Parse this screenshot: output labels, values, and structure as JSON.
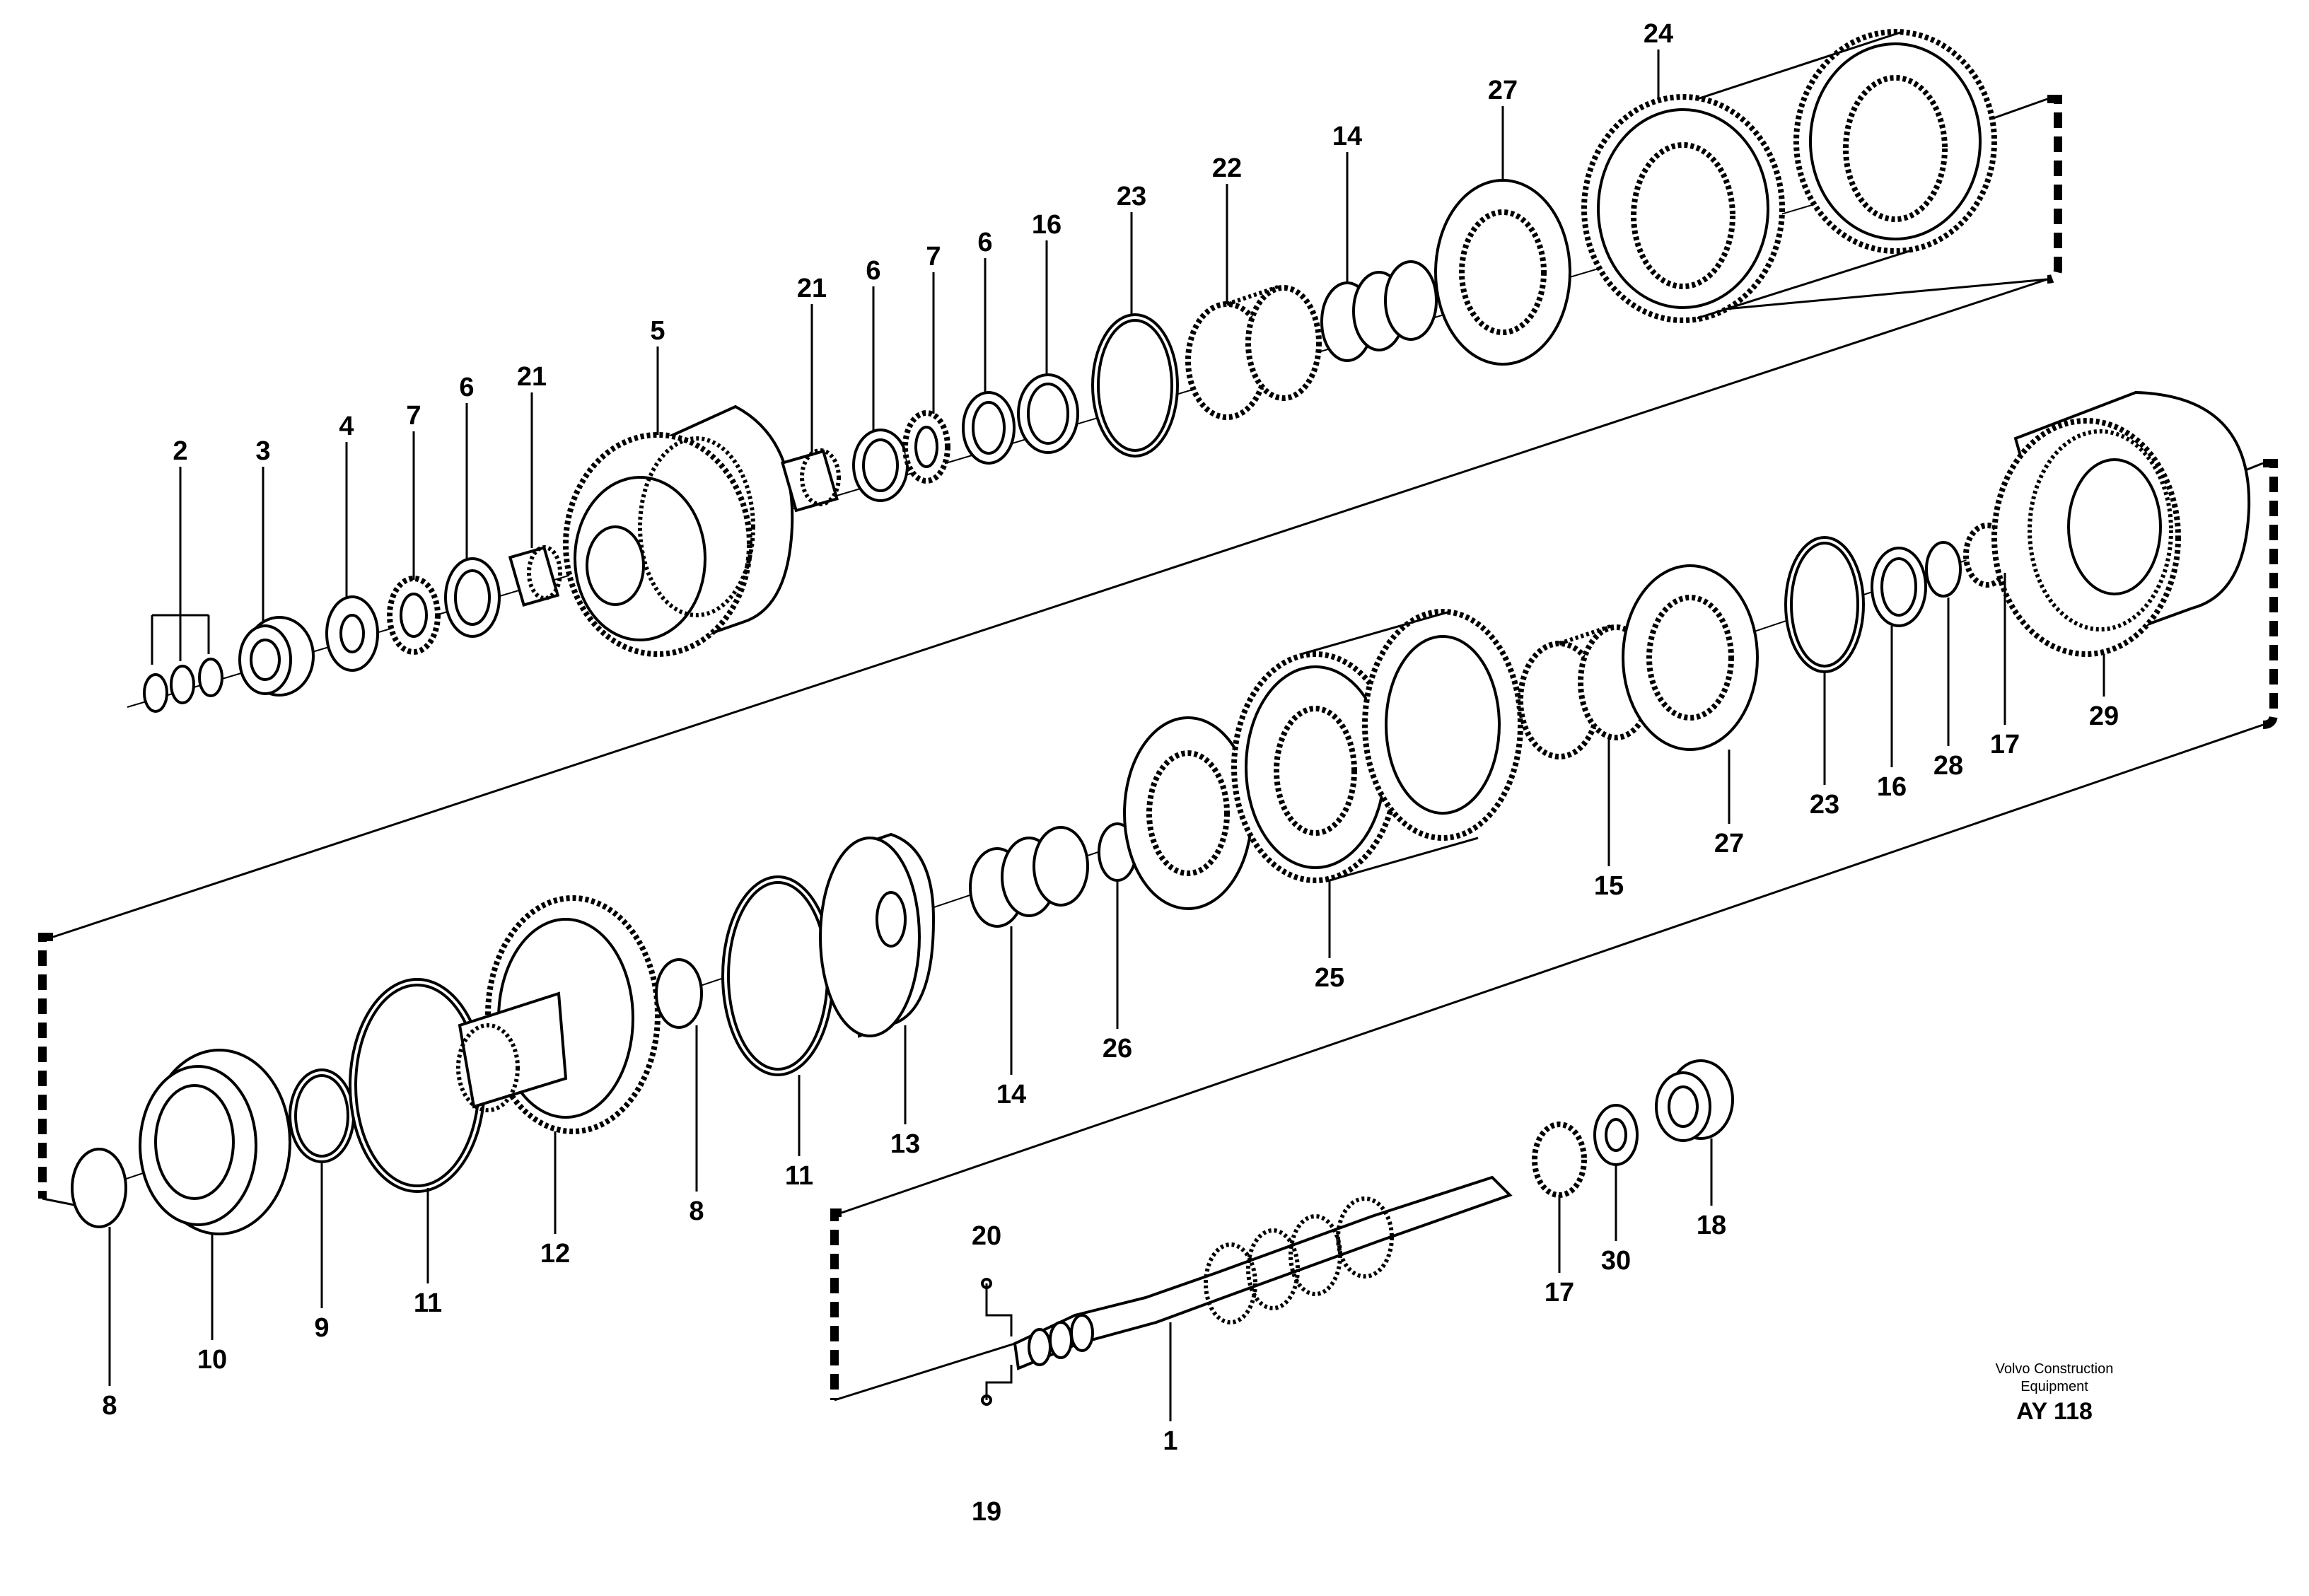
{
  "labels": {
    "l1": "1",
    "l2": "2",
    "l3": "3",
    "l4": "4",
    "l5": "5",
    "l6a": "6",
    "l6b": "6",
    "l6c": "6",
    "l7a": "7",
    "l7b": "7",
    "l8a": "8",
    "l8b": "8",
    "l9": "9",
    "l10": "10",
    "l11a": "11",
    "l11b": "11",
    "l12": "12",
    "l13": "13",
    "l14a": "14",
    "l14b": "14",
    "l15": "15",
    "l16a": "16",
    "l16b": "16",
    "l17a": "17",
    "l17b": "17",
    "l18": "18",
    "l19": "19",
    "l20": "20",
    "l21a": "21",
    "l21b": "21",
    "l22": "22",
    "l23a": "23",
    "l23b": "23",
    "l24": "24",
    "l25": "25",
    "l26": "26",
    "l27a": "27",
    "l27b": "27",
    "l28": "28",
    "l29": "29",
    "l30": "30"
  },
  "credit": {
    "line1": "Volvo Construction",
    "line2": "Equipment",
    "code": "AY 118"
  }
}
